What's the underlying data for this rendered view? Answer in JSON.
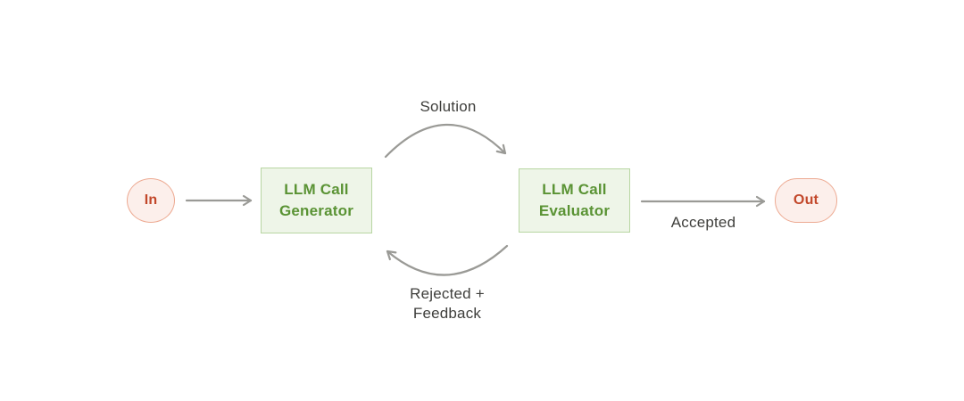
{
  "nodes": {
    "in": "In",
    "generator": "LLM Call\nGenerator",
    "evaluator": "LLM Call\nEvaluator",
    "out": "Out"
  },
  "edges": {
    "solution": "Solution",
    "accepted": "Accepted",
    "rejected": "Rejected +\nFeedback"
  },
  "theme": {
    "bg": "#ffffff",
    "arrow": "#9a9a96",
    "label": "#3e3e3b",
    "green-text": "#5a9334",
    "green-fill": "#eef5e8",
    "green-border": "#b8d6a2",
    "red-text": "#c2472a",
    "red-fill": "#fcefeb",
    "red-border": "#edaa92"
  }
}
